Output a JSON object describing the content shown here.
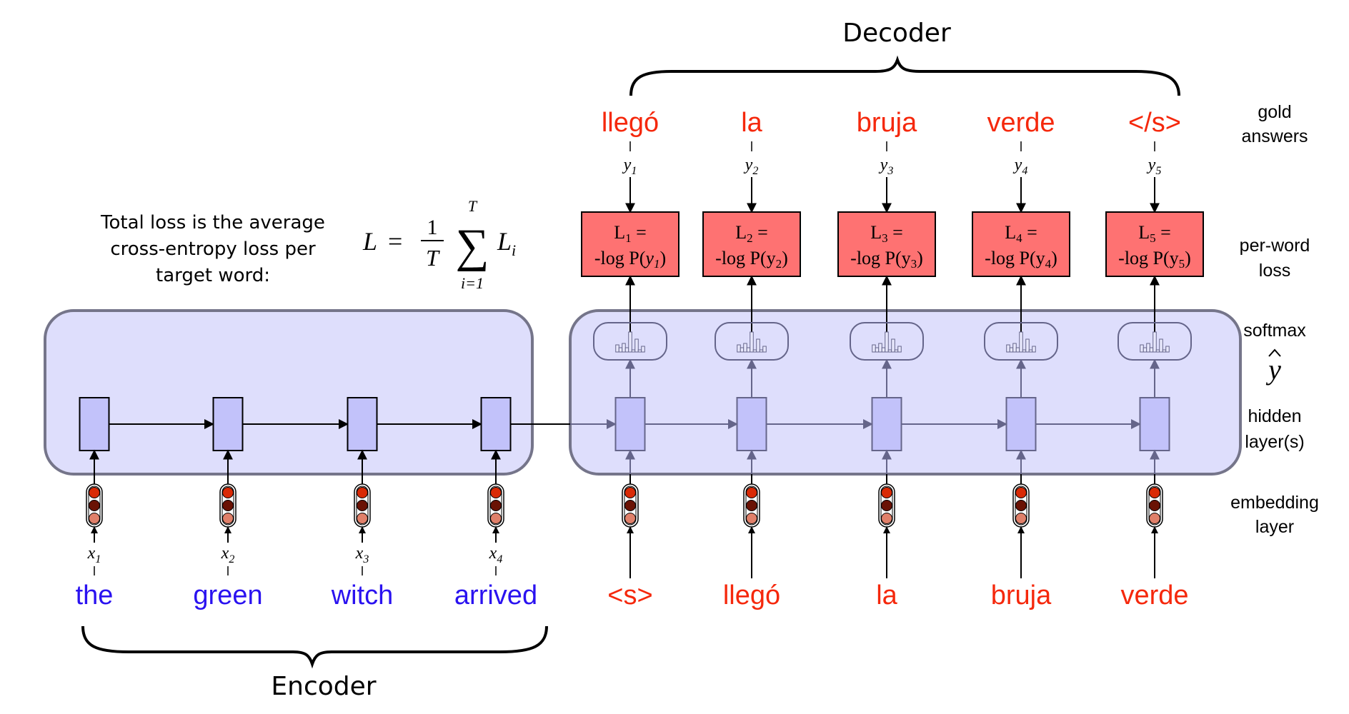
{
  "title_labels": {
    "decoder": "Decoder",
    "encoder": "Encoder"
  },
  "loss_note": {
    "lines": [
      "Total loss is the average",
      "cross-entropy loss per",
      "target word:"
    ],
    "formula": {
      "lhs": "L",
      "eq": "=",
      "numerator": "1",
      "denominator": "T",
      "sum_upper": "T",
      "sum_lower": "i=1",
      "summand": "L",
      "summand_sub": "i"
    }
  },
  "encoder": {
    "words": [
      "the",
      "green",
      "witch",
      "arrived"
    ],
    "input_vars": [
      {
        "base": "x",
        "sub": "1"
      },
      {
        "base": "x",
        "sub": "2"
      },
      {
        "base": "x",
        "sub": "3"
      },
      {
        "base": "x",
        "sub": "4"
      }
    ]
  },
  "decoder": {
    "input_words": [
      "<s>",
      "llegó",
      "la",
      "bruja",
      "verde"
    ],
    "gold_words": [
      "llegó",
      "la",
      "bruja",
      "verde",
      "</s>"
    ],
    "gold_vars": [
      {
        "base": "y",
        "sub": "1"
      },
      {
        "base": "y",
        "sub": "2"
      },
      {
        "base": "y",
        "sub": "3"
      },
      {
        "base": "y",
        "sub": "4"
      },
      {
        "base": "y",
        "sub": "5"
      }
    ],
    "losses": [
      {
        "name": "L",
        "sub": "1",
        "eq": "=",
        "expr": "-log P(",
        "arg": "y",
        "arg_sub": "1",
        "close": ")"
      },
      {
        "name": "L",
        "sub": "2",
        "eq": "=",
        "expr": "-log P(",
        "arg": "y",
        "arg_sub": "2",
        "close": ")"
      },
      {
        "name": "L",
        "sub": "3",
        "eq": "=",
        "expr": "-log P(",
        "arg": "y",
        "arg_sub": "3",
        "close": ")"
      },
      {
        "name": "L",
        "sub": "4",
        "eq": "=",
        "expr": "-log P(",
        "arg": "y",
        "arg_sub": "4",
        "close": ")"
      },
      {
        "name": "L",
        "sub": "5",
        "eq": "=",
        "expr": "-log P(",
        "arg": "y",
        "arg_sub": "5",
        "close": ")"
      }
    ]
  },
  "row_labels": {
    "gold": [
      "gold",
      "answers"
    ],
    "loss": [
      "per-word",
      "loss"
    ],
    "softmax": [
      "softmax"
    ],
    "yhat": "y",
    "hidden": [
      "hidden",
      "layer(s)"
    ],
    "embedding": [
      "embedding",
      "layer"
    ]
  },
  "colors": {
    "english_word": "#2a12f0",
    "spanish_word": "#f5280c",
    "loss_box": "#fe7272",
    "region_fill": "#dedefc",
    "region_stroke": "#75758a",
    "hidden_fill": "#c2c2fa",
    "decoder_line": "#65658a",
    "emb_top": "#d92a06",
    "emb_mid": "#6a1204",
    "emb_bot": "#e0806a"
  }
}
